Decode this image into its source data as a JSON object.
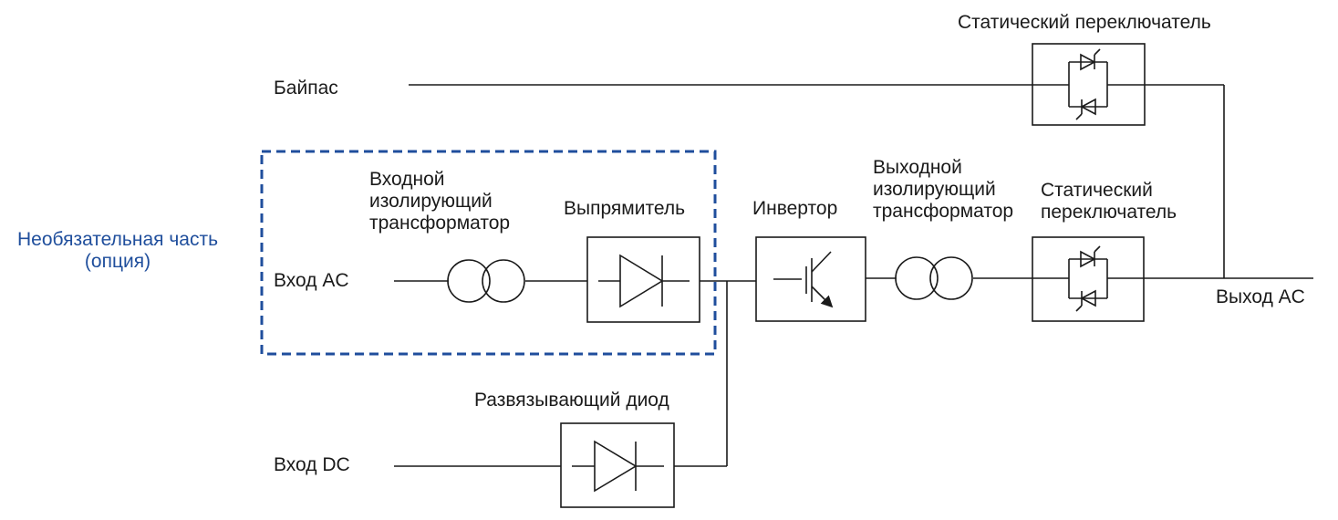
{
  "labels": {
    "bypass": "Байпас",
    "input_ac": "Вход AC",
    "input_dc": "Вход DC",
    "output_ac": "Выход AC",
    "optional": [
      "Необязательная часть",
      "(опция)"
    ],
    "input_transformer": [
      "Входной",
      "изолирующий",
      "трансформатор"
    ],
    "rectifier": "Выпрямитель",
    "inverter": "Инвертор",
    "output_transformer": [
      "Выходной",
      "изолирующий",
      "трансформатор"
    ],
    "static_switch_top": "Статический переключатель",
    "static_switch_main": [
      "Статический",
      "переключатель"
    ],
    "decoupling_diode": "Развязывающий диод"
  },
  "colors": {
    "line": "#1a1a1a",
    "optional_box": "#1f4e9c",
    "optional_text": "#1f4e9c"
  },
  "icons": [
    "transformer-icon",
    "diode-icon",
    "transistor-icon",
    "thyristor-pair-icon"
  ]
}
